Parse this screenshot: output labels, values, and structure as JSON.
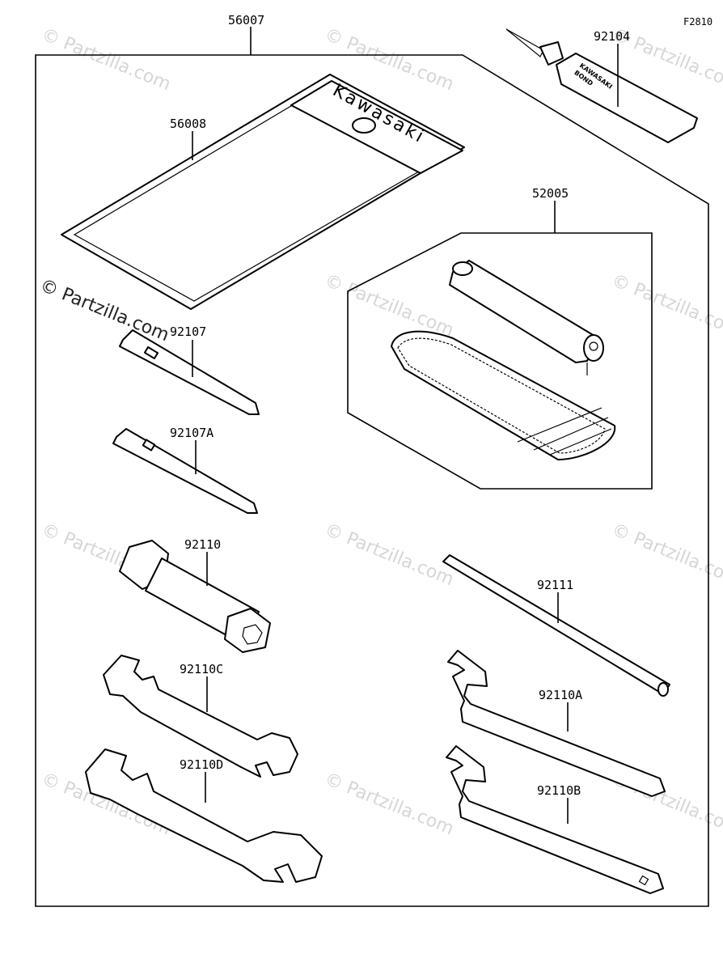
{
  "figure_code": "F2810",
  "watermarks": {
    "main": "© Partzilla.com",
    "faint": "© Partzilla.com"
  },
  "parts": {
    "p56007": "56007",
    "p56008": "56008",
    "p92104": "92104",
    "p52005": "52005",
    "p92107": "92107",
    "p92107A": "92107A",
    "p92110": "92110",
    "p92111": "92111",
    "p92110C": "92110C",
    "p92110A": "92110A",
    "p92110D": "92110D",
    "p92110B": "92110B"
  },
  "pouch_brand": "Kawasaki",
  "tube_text": [
    "KAWASAKI",
    "BOND"
  ]
}
